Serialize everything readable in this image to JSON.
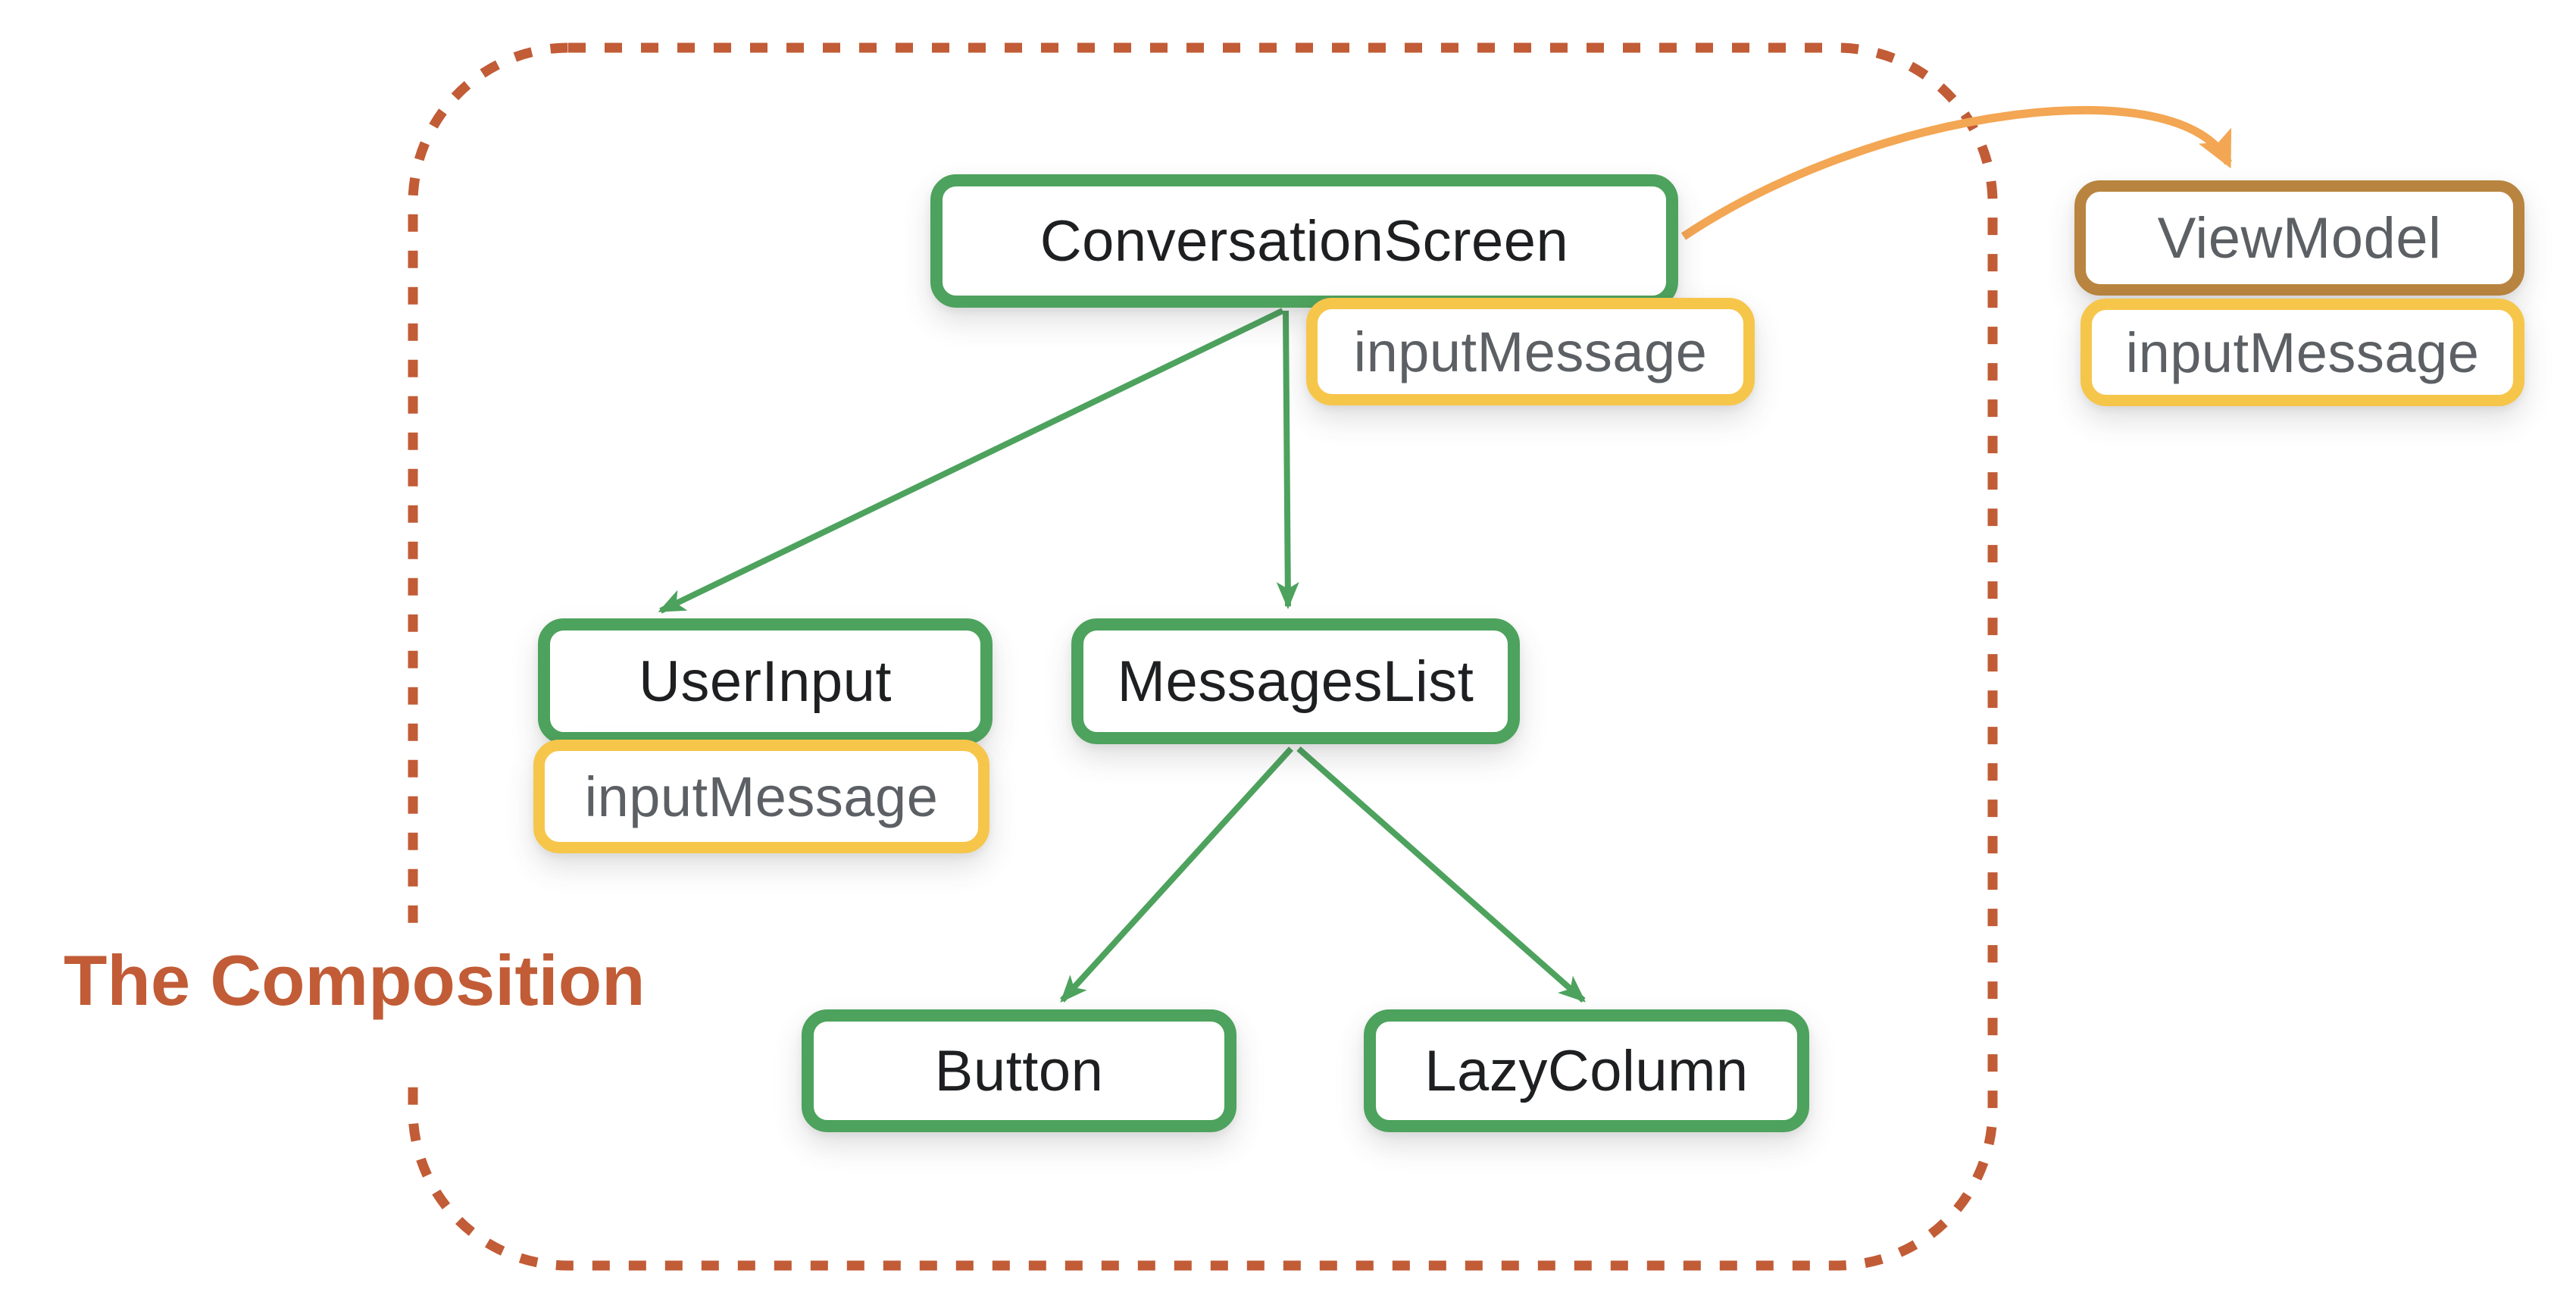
{
  "diagram": {
    "title": "The Composition",
    "nodes": {
      "conversation_screen": {
        "label": "ConversationScreen",
        "role": "composable"
      },
      "user_input": {
        "label": "UserInput",
        "role": "composable"
      },
      "messages_list": {
        "label": "MessagesList",
        "role": "composable"
      },
      "button": {
        "label": "Button",
        "role": "composable"
      },
      "lazy_column": {
        "label": "LazyColumn",
        "role": "composable"
      },
      "view_model": {
        "label": "ViewModel",
        "role": "state-holder"
      }
    },
    "badges": {
      "conversation_screen_state": {
        "label": "inputMessage"
      },
      "user_input_state": {
        "label": "inputMessage"
      },
      "view_model_state": {
        "label": "inputMessage"
      }
    },
    "edges": [
      {
        "from": "ConversationScreen",
        "to": "UserInput",
        "type": "composition",
        "color": "green"
      },
      {
        "from": "ConversationScreen",
        "to": "MessagesList",
        "type": "composition",
        "color": "green"
      },
      {
        "from": "MessagesList",
        "to": "Button",
        "type": "composition",
        "color": "green"
      },
      {
        "from": "MessagesList",
        "to": "LazyColumn",
        "type": "composition",
        "color": "green"
      },
      {
        "from": "ConversationScreen",
        "to": "ViewModel",
        "type": "reference",
        "color": "orange"
      }
    ],
    "boundary": {
      "label": "The Composition",
      "style": "dashed-rounded-rect"
    }
  },
  "colors": {
    "green": "#4da25d",
    "yellow": "#f6c64b",
    "brown": "#b8843f",
    "orange": "#f3a653",
    "terracotta": "#c15c37",
    "label_dark": "#1e1f21",
    "label_gray": "#5c6064"
  }
}
